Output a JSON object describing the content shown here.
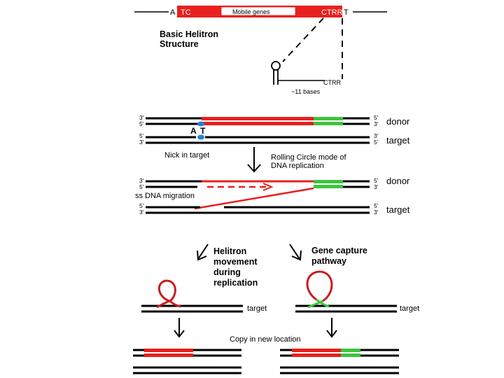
{
  "structure": {
    "left_flank_base": "A",
    "tc_label": "TC",
    "mobile_genes_label": "Mobile genes",
    "ctrr_label": "CTRR",
    "right_flank_base": "T",
    "title_line1": "Basic Helitron",
    "title_line2": "Structure",
    "hairpin_ctrr_label": "CTRR",
    "bases_label": "~11 bases"
  },
  "panel_nick": {
    "top_primes": [
      "3'",
      "5'"
    ],
    "top_primes_right": [
      "5'",
      "3'"
    ],
    "bottom_primes": [
      "5'",
      "3'"
    ],
    "bottom_primes_right": [
      "3'",
      "5'"
    ],
    "donor_label": "donor",
    "target_label": "target",
    "base_a": "A",
    "base_t": "T",
    "nick_label": "Nick in target"
  },
  "arrow_note": {
    "line1": "Rolling Circle mode of",
    "line2": "DNA replication"
  },
  "panel_rolling": {
    "top_primes": [
      "3'",
      "5'"
    ],
    "top_primes_right": [
      "5'",
      "3'"
    ],
    "bottom_primes": [
      "5'",
      "3'"
    ],
    "bottom_primes_right": [
      "5'",
      "3'"
    ],
    "donor_label": "donor",
    "target_label": "target",
    "ss_label": "ss DNA migration"
  },
  "pathways": {
    "left_line1": "Helitron",
    "left_line2": "movement",
    "left_line3": "during",
    "left_line4": "replication",
    "right_line1": "Gene capture",
    "right_line2": "pathway",
    "target_left": "target",
    "target_right": "target",
    "copy_label": "Copy in new location"
  },
  "colors": {
    "helitron": "#e8201e",
    "capture": "#3ec43e",
    "nick_dot": "#2b7fd8",
    "dna": "#000000"
  }
}
